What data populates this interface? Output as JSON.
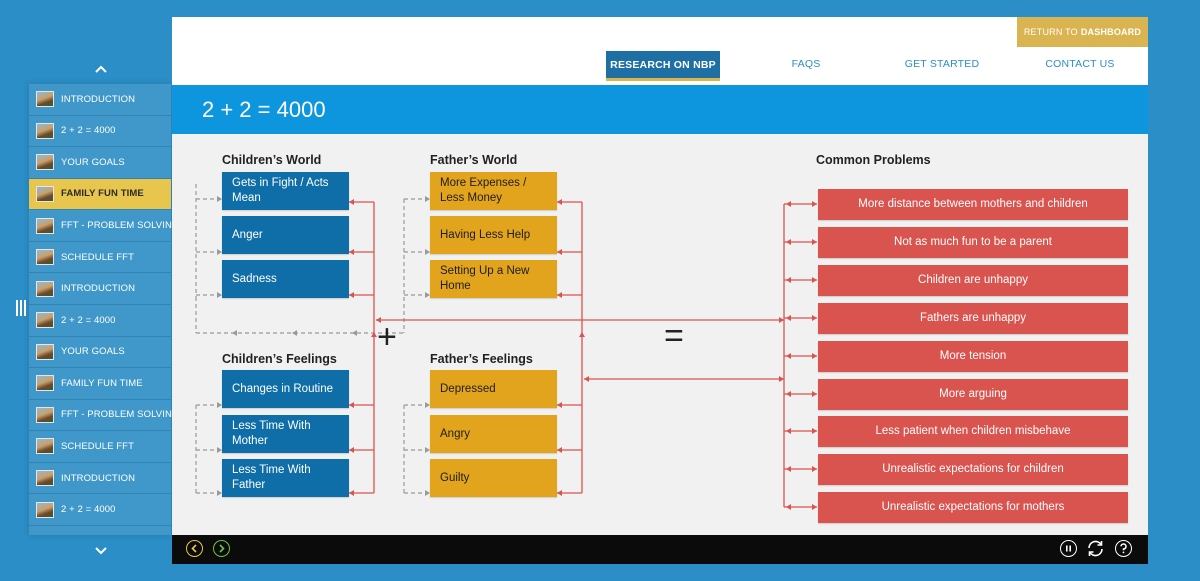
{
  "sidebar": {
    "items": [
      {
        "label": "INTRODUCTION",
        "active": false
      },
      {
        "label": "2 + 2 = 4000",
        "active": false
      },
      {
        "label": "YOUR GOALS",
        "active": false
      },
      {
        "label": "FAMILY FUN TIME",
        "active": true
      },
      {
        "label": "FFT - PROBLEM SOLVING",
        "active": false
      },
      {
        "label": "SCHEDULE FFT",
        "active": false
      },
      {
        "label": "INTRODUCTION",
        "active": false
      },
      {
        "label": "2 + 2 = 4000",
        "active": false
      },
      {
        "label": "YOUR GOALS",
        "active": false
      },
      {
        "label": "FAMILY FUN TIME",
        "active": false
      },
      {
        "label": "FFT - PROBLEM SOLVING",
        "active": false
      },
      {
        "label": "SCHEDULE FFT",
        "active": false
      },
      {
        "label": "INTRODUCTION",
        "active": false
      },
      {
        "label": "2 + 2 = 4000",
        "active": false
      }
    ]
  },
  "header": {
    "return_label": "RETURN TO",
    "return_bold": "DASHBOARD",
    "nav": [
      {
        "label": "RESEARCH ON NBP",
        "active": true
      },
      {
        "label": "FAQS",
        "active": false
      },
      {
        "label": "GET STARTED",
        "active": false
      },
      {
        "label": "CONTACT US",
        "active": false
      }
    ]
  },
  "page": {
    "title": "2 + 2 = 4000"
  },
  "diagram": {
    "children_world": {
      "title": "Children’s World",
      "items": [
        "Gets in Fight / Acts Mean",
        "Anger",
        "Sadness"
      ]
    },
    "children_feelings": {
      "title": "Children’s Feelings",
      "items": [
        "Changes in Routine",
        "Less Time With Mother",
        "Less Time With Father"
      ]
    },
    "father_world": {
      "title": "Father’s World",
      "items": [
        "More Expenses / Less Money",
        "Having Less Help",
        "Setting Up a New Home"
      ]
    },
    "father_feelings": {
      "title": "Father’s Feelings",
      "items": [
        "Depressed",
        "Angry",
        "Guilty"
      ]
    },
    "common_problems": {
      "title": "Common Problems",
      "items": [
        "More distance between mothers and children",
        "Not as much fun to be a parent",
        "Children are unhappy",
        "Fathers are unhappy",
        "More tension",
        "More arguing",
        "Less patient when children misbehave",
        "Unrealistic expectations for children",
        "Unrealistic expectations for mothers"
      ]
    },
    "plus": "+",
    "equals": "="
  },
  "colors": {
    "background": "#2b8ec6",
    "blue_box": "#0f6ea8",
    "orange_box": "#e2a41c",
    "red_box": "#d9534f",
    "accent_gold": "#d9b451",
    "titlebar": "#0d95dd"
  },
  "controls": {
    "icons": [
      "prev-icon",
      "next-icon",
      "pause-icon",
      "replay-icon",
      "help-icon"
    ]
  }
}
